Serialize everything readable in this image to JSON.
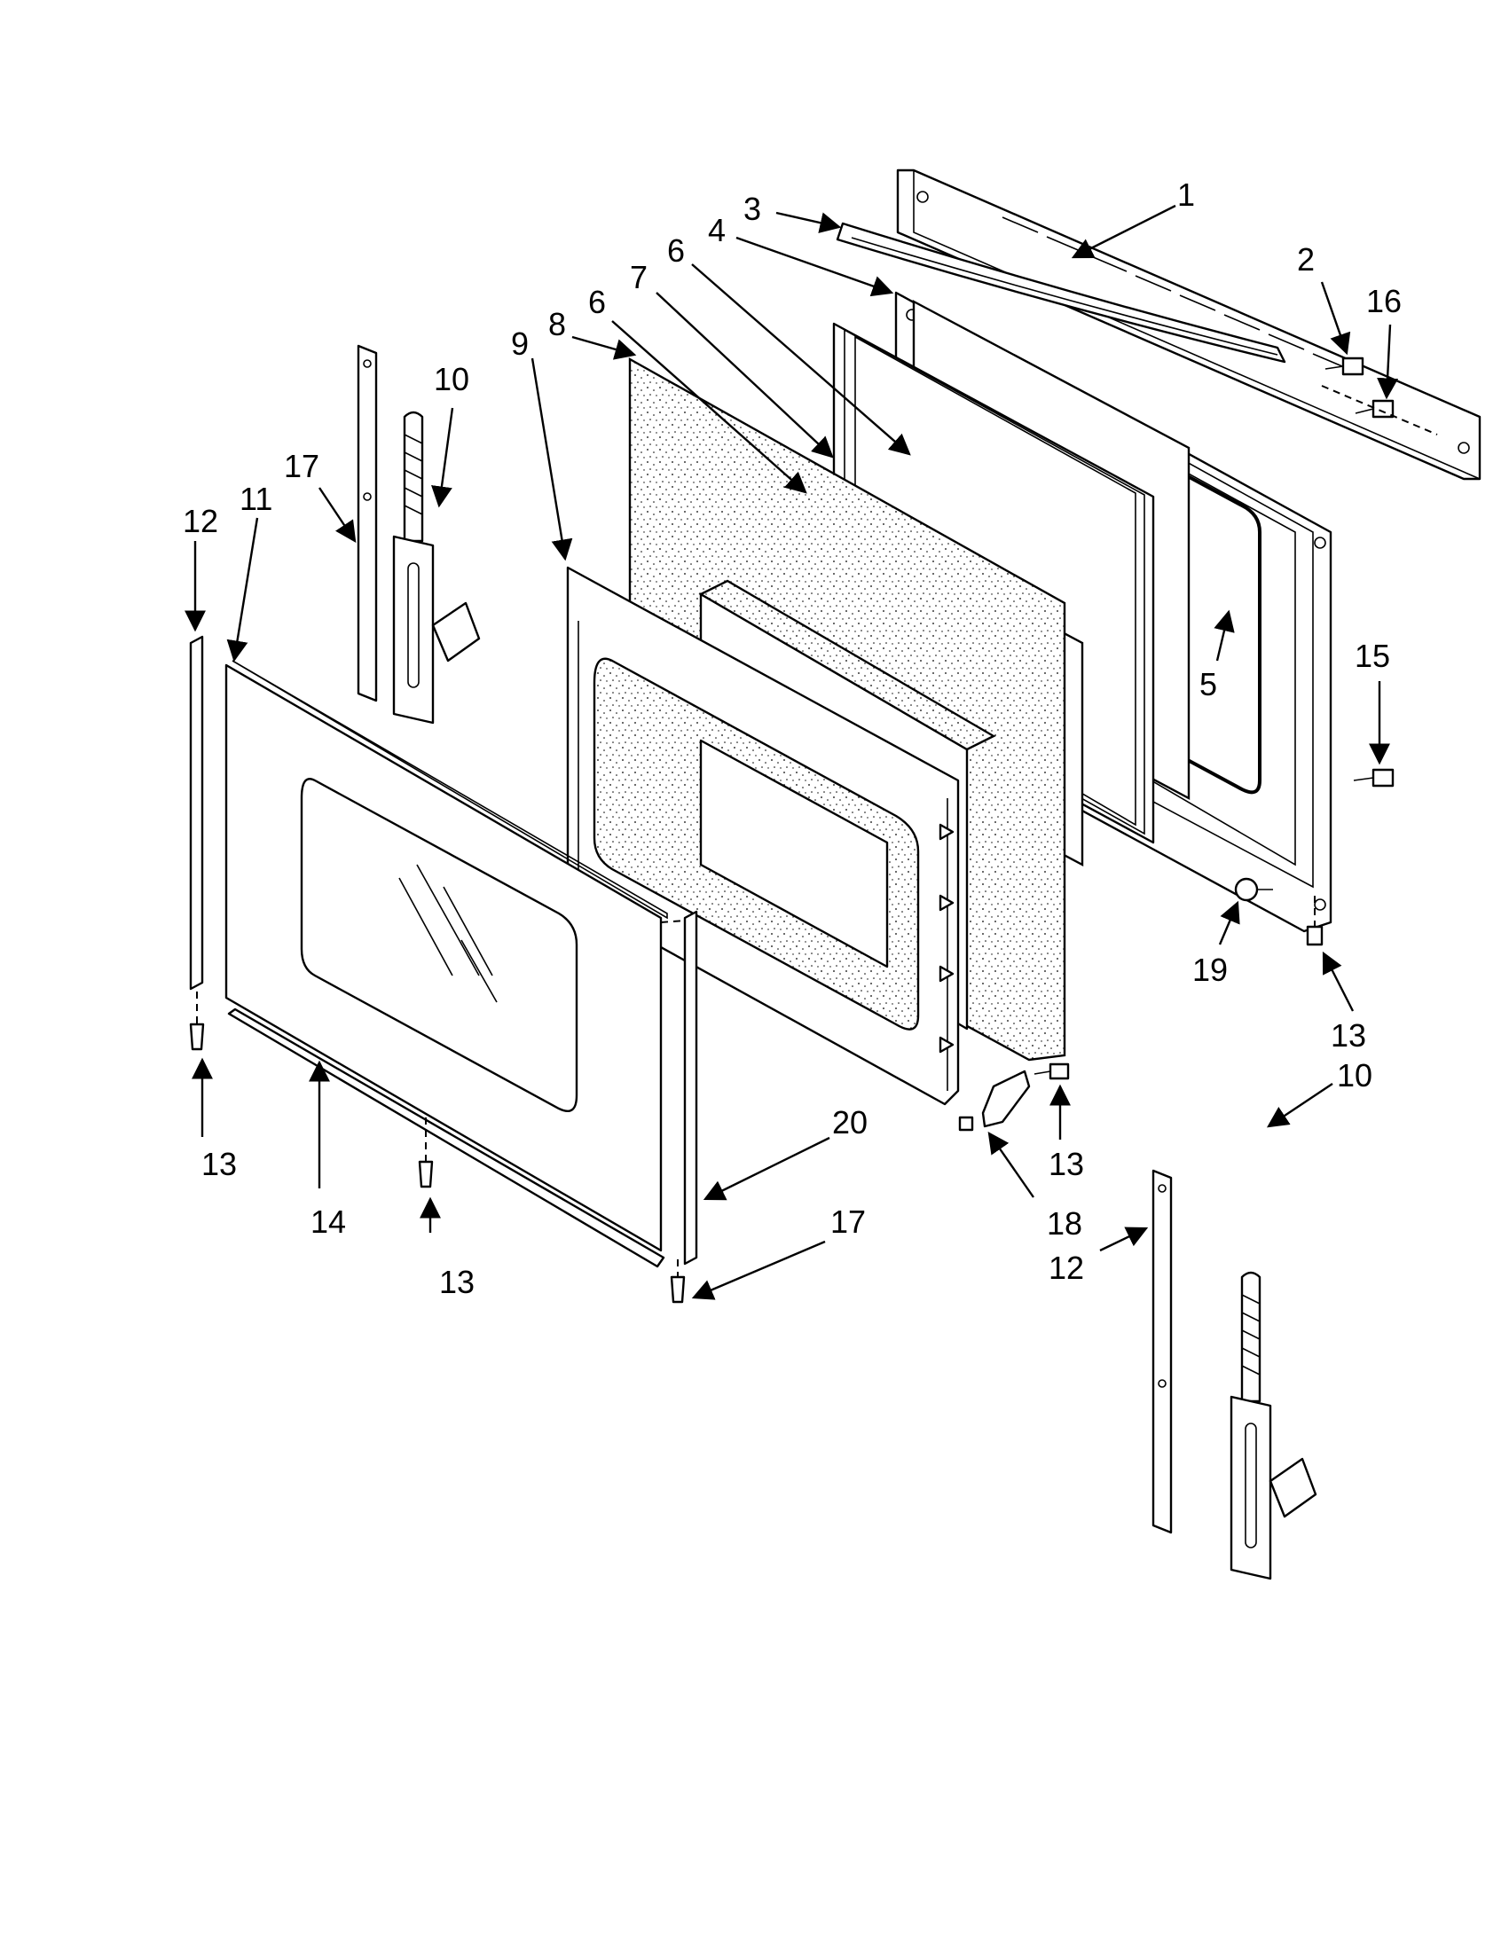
{
  "diagram": {
    "type": "exploded-parts-diagram",
    "callouts": [
      {
        "id": "c1",
        "label": "1"
      },
      {
        "id": "c2",
        "label": "2"
      },
      {
        "id": "c16",
        "label": "16"
      },
      {
        "id": "c3",
        "label": "3"
      },
      {
        "id": "c4",
        "label": "4"
      },
      {
        "id": "c6a",
        "label": "6"
      },
      {
        "id": "c7",
        "label": "7"
      },
      {
        "id": "c6b",
        "label": "6"
      },
      {
        "id": "c8",
        "label": "8"
      },
      {
        "id": "c9",
        "label": "9"
      },
      {
        "id": "c10a",
        "label": "10"
      },
      {
        "id": "c17a",
        "label": "17"
      },
      {
        "id": "c11",
        "label": "11"
      },
      {
        "id": "c12a",
        "label": "12"
      },
      {
        "id": "c5",
        "label": "5"
      },
      {
        "id": "c15",
        "label": "15"
      },
      {
        "id": "c19",
        "label": "19"
      },
      {
        "id": "c13a",
        "label": "13"
      },
      {
        "id": "c10b",
        "label": "10"
      },
      {
        "id": "c13b",
        "label": "13"
      },
      {
        "id": "c18",
        "label": "18"
      },
      {
        "id": "c20",
        "label": "20"
      },
      {
        "id": "c12b",
        "label": "12"
      },
      {
        "id": "c14",
        "label": "14"
      },
      {
        "id": "c13c",
        "label": "13"
      },
      {
        "id": "c13d",
        "label": "13"
      },
      {
        "id": "c17b",
        "label": "17"
      }
    ]
  }
}
